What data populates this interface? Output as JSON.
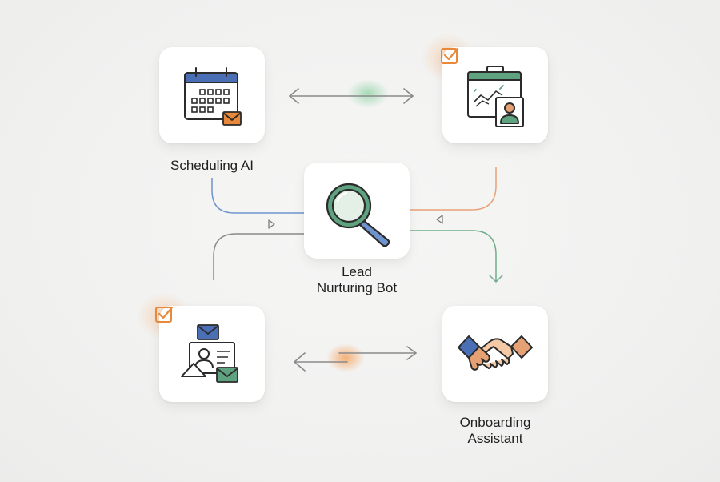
{
  "nodes": {
    "scheduling": {
      "label": "Scheduling AI"
    },
    "lead": {
      "label_line1": "Lead",
      "label_line2": "Nurturing Bot"
    },
    "onboarding": {
      "label_line1": "Onboarding",
      "label_line2": "Assistant"
    }
  },
  "colors": {
    "blue": "#4a6fb5",
    "green": "#5fa27f",
    "orange": "#e8883a",
    "gray": "#8a8a8a",
    "peach": "#e5a074",
    "dark": "#2b2b2b"
  }
}
